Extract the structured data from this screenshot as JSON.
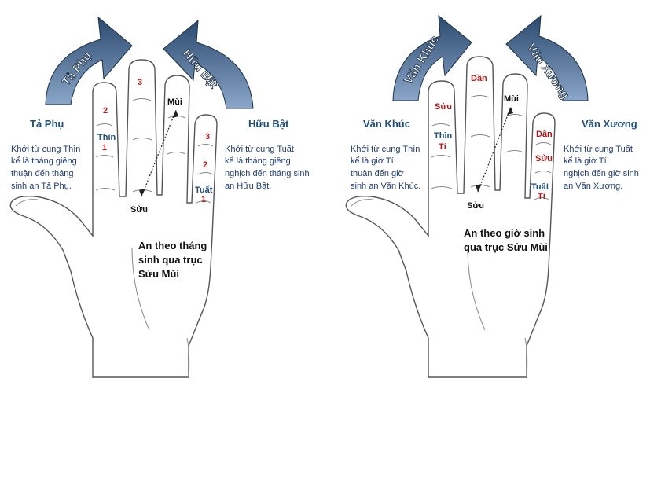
{
  "left": {
    "arrow_left": "Tả Phụ",
    "arrow_right": "Hữu Bật",
    "heading_left": "Tả Phụ",
    "heading_right": "Hữu Bật",
    "desc_left": [
      "Khởi từ cung Thìn",
      "kể là tháng giêng",
      "thuận đến tháng",
      "sinh an Tả Phụ."
    ],
    "desc_right": [
      "Khởi từ cung Tuất",
      " kể là tháng giêng",
      "nghịch đến tháng sinh",
      "an Hữu Bật."
    ],
    "finger": {
      "index_top": "2",
      "index_label": "Thìn",
      "index_bottom": "1",
      "middle_top": "3",
      "ring_label": "Mùi",
      "little_top": "3",
      "little_mid": "2",
      "little_label": "Tuất",
      "little_bottom": "1",
      "palm_label": "Sửu"
    },
    "caption": [
      "An theo tháng",
      "sinh qua trục",
      "Sửu Mùi"
    ]
  },
  "right": {
    "arrow_left": "Văn Khúc",
    "arrow_right": "Văn Xương",
    "heading_left": "Văn Khúc",
    "heading_right": "Văn Xương",
    "desc_left": [
      "Khởi từ cung Thìn",
      "kể là giờ Tí",
      "thuận đến giờ",
      "sinh an Văn Khúc."
    ],
    "desc_right": [
      "Khởi từ cung Tuất",
      " kể là giờ Tí",
      "nghịch đến giờ sinh",
      "an Văn Xương."
    ],
    "finger": {
      "index_top": "Sửu",
      "index_label": "Thìn",
      "index_bottom": "Tí",
      "middle_top": "Dần",
      "ring_label": "Mùi",
      "little_top": "Dần",
      "little_mid": "Sửu",
      "little_label": "Tuất",
      "little_bottom": "Tí",
      "palm_label": "Sửu"
    },
    "caption": [
      "An theo giờ sinh",
      "qua trục Sửu Mùi"
    ]
  },
  "colors": {
    "arrow_fill_top": "#2b4a6e",
    "arrow_fill_bottom": "#7d9cc0",
    "heading": "#1f4e79",
    "red_label": "#b01c1c"
  }
}
